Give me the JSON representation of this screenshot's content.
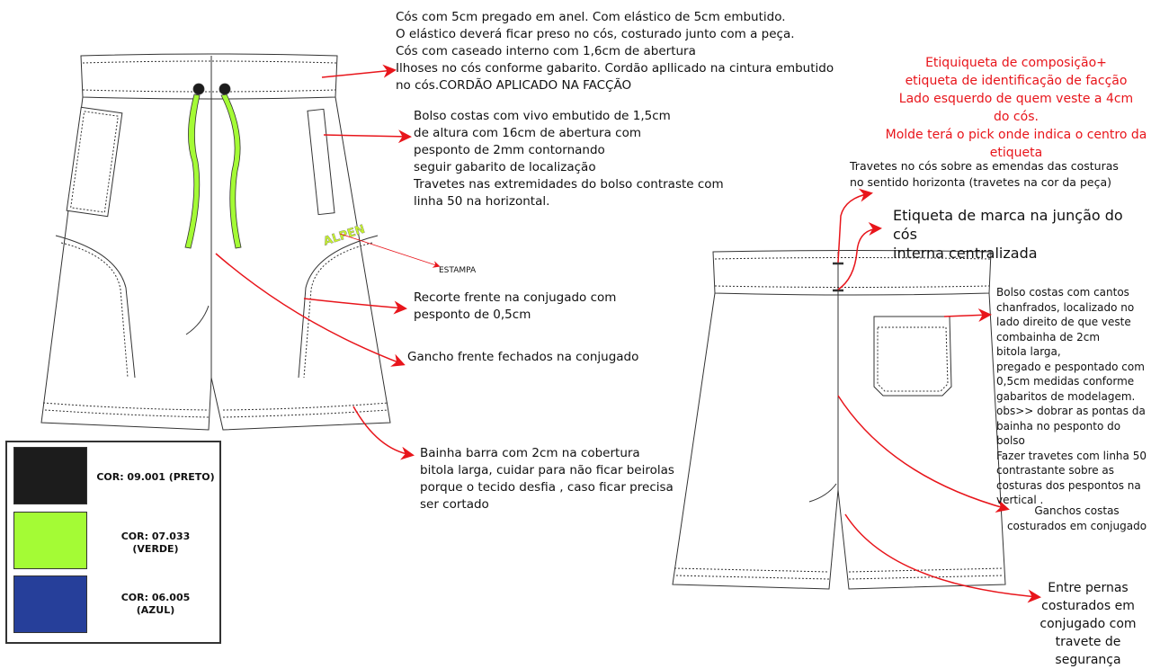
{
  "notes": {
    "waistband": "Cós com 5cm pregado em anel. Com elástico de 5cm embutido.\nO elástico deverá ficar preso no cós, costurado junto com a peça.\nCós com caseado interno com 1,6cm de abertura\nIlhoses no cós conforme gabarito. Cordão apllicado na cintura embutido\nno cós.CORDÃO APLICADO NA FACÇÃO",
    "front_pocket": "Bolso costas com vivo embutido de 1,5cm\nde altura com 16cm de abertura com\npesponto de 2mm contornando\nseguir gabarito de localização\nTravetes nas extremidades do bolso contraste com\nlinha 50 na horizontal.",
    "print": "ESTAMPA",
    "print_logo": "ALPEN",
    "cut": "Recorte frente na conjugado com\npesponto de 0,5cm",
    "front_crotch": "Gancho frente fechados na conjugado",
    "hem": "Bainha barra com 2cm na cobertura\nbitola larga, cuidar para não ficar beirolas\nporque o tecido desfia , caso ficar precisa\nser cortado",
    "label_red": "Etiquiqueta de composição+\netiqueta de identificação de facção\nLado esquerdo de quem veste a 4cm\ndo cós.\nMolde terá o pick onde indica o centro da etiqueta",
    "bartacks": "Travetes no cós sobre as emendas das costuras\nno sentido horizonta (travetes na cor da peça)",
    "brand_label": "Etiqueta de marca na junção do cós\ninterna centralizada",
    "back_pocket": "Bolso costas com cantos\nchanfrados, localizado no\n lado direito de que veste\ncombainha de 2cm\nbitola larga,\n pregado e pespontado com\n0,5cm medidas conforme\ngabaritos de modelagem.\nobs>> dobrar as pontas da\nbainha no pesponto do bolso\n  Fazer travetes com linha 50\ncontrastante sobre as\ncosturas dos pespontos na\nvertical .",
    "back_crotch": "Ganchos costas\ncosturados em conjugado",
    "inseam": "Entre pernas\ncosturados em\nconjugado com\ntravete de segurança"
  },
  "colors": [
    {
      "label": "COR: 09.001 (PRETO)",
      "hex": "#1c1c1c"
    },
    {
      "label": "COR: 07.033\n(VERDE)",
      "hex": "#a4fb35"
    },
    {
      "label": "COR: 06.005\n(AZUL)",
      "hex": "#263f9a"
    }
  ]
}
